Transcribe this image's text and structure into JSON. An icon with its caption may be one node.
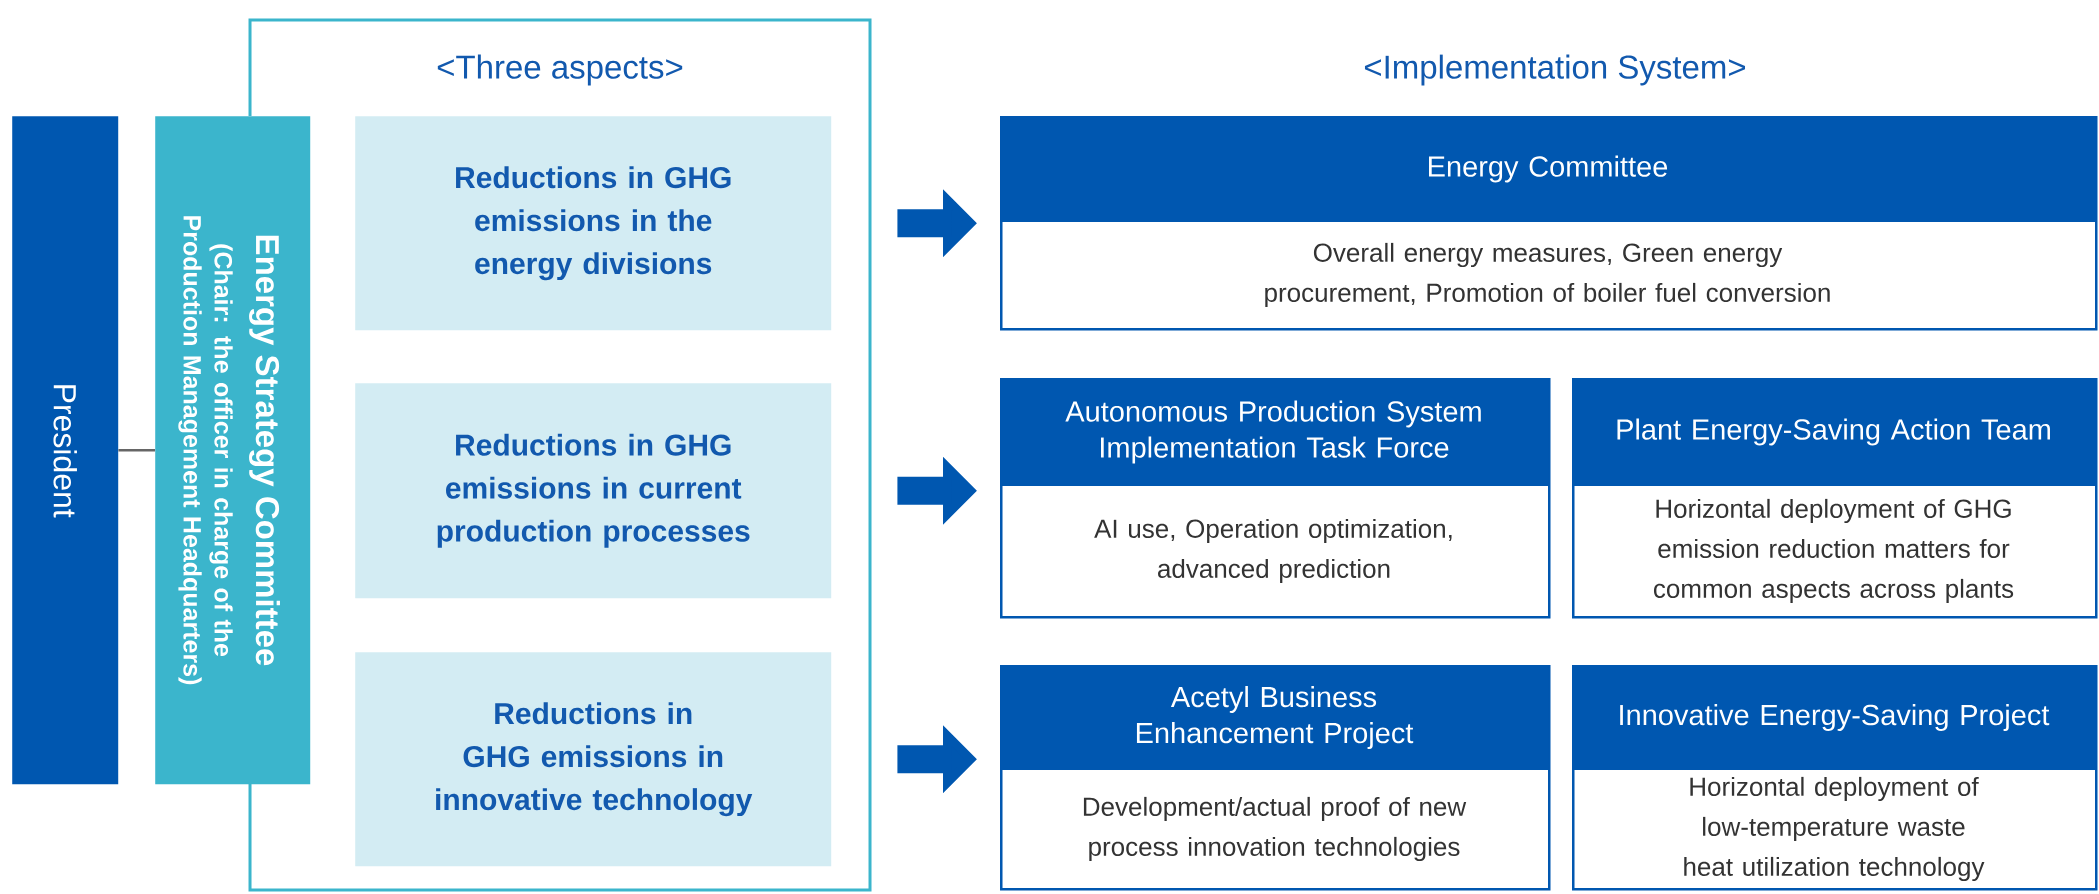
{
  "diagram": {
    "nodes": [
      {
        "text": [
          "President"
        ]
      },
      {
        "text": [
          "Energy Strategy Committee",
          "(Chair: the officer in charge of the Production Management Headquarters)"
        ]
      },
      {
        "text": [
          "<Three aspects>"
        ]
      },
      {
        "text": [
          "Reductions in GHG emissions in the energy divisions"
        ],
        "in": 2
      },
      {
        "text": [
          "Reductions in GHG emissions in current production processes"
        ],
        "in": 2
      },
      {
        "text": [
          "Reductions in GHG emissions in innovative technology"
        ],
        "in": 2
      },
      {
        "text": [
          "Energy Committee",
          "Overall energy measures, Green energy procurement, Promotion of boiler fuel conversion"
        ]
      },
      {
        "text": [
          "Autonomous Production System Implementation Task Force",
          "AI use, Operation optimization, advanced prediction"
        ]
      },
      {
        "text": [
          "Plant Energy-Saving Action Team",
          "Horizontal deployment of GHG emission reduction matters for common aspects across plants"
        ]
      },
      {
        "text": [
          "Acetyl Business Enhancement Project",
          "Development/actual proof of new process innovation technologies"
        ]
      },
      {
        "text": [
          "Innovative Energy-Saving Project",
          "Horizontal deployment of low-temperature waste heat utilization technology"
        ]
      }
    ],
    "edges": [
      {
        "from": 0,
        "to": 1,
        "arrow": "none",
        "color": "#666666"
      },
      {
        "from": 3,
        "to": 6,
        "arrow": "to"
      },
      {
        "from": 4,
        "to": 7,
        "arrow": "to"
      },
      {
        "from": 5,
        "to": 9,
        "arrow": "to"
      }
    ],
    "labels": [
      "<Implementation System>"
    ]
  }
}
